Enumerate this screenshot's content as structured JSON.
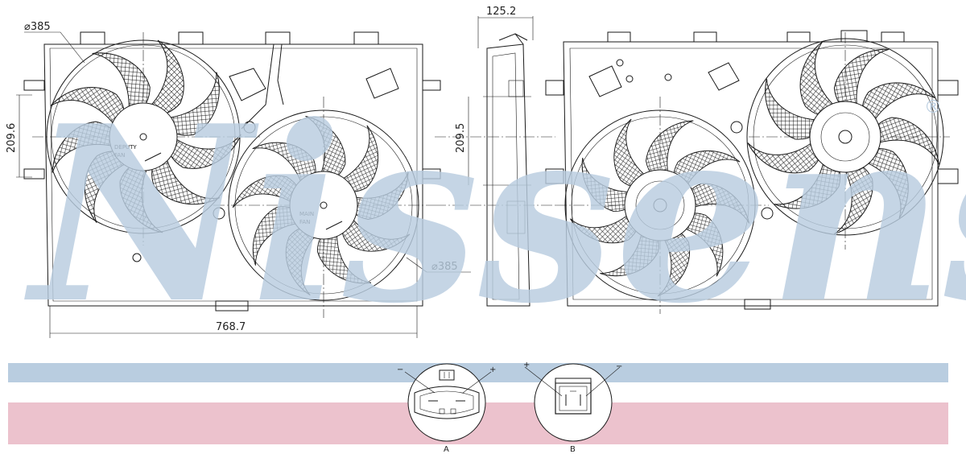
{
  "watermark": {
    "brand": "Nissens",
    "mark": "®"
  },
  "dimensions": {
    "deputy_diameter": "⌀385",
    "main_diameter": "⌀385",
    "overall_width": "768.7",
    "left_height": "209.6",
    "center_height": "209.5",
    "depth": "125.2"
  },
  "fan_labels": {
    "deputy_line1": "DEPUTY",
    "deputy_line2": "FAN",
    "main_line1": "MAIN",
    "main_line2": "FAN"
  },
  "connectors": {
    "a": {
      "label": "A",
      "minus": "−",
      "plus": "+"
    },
    "b": {
      "label": "B",
      "minus": "−",
      "plus": "+"
    }
  },
  "colors": {
    "blue_band": "#b9cde0",
    "pink_band": "#ecc2cd",
    "line": "#1a1a1a"
  }
}
